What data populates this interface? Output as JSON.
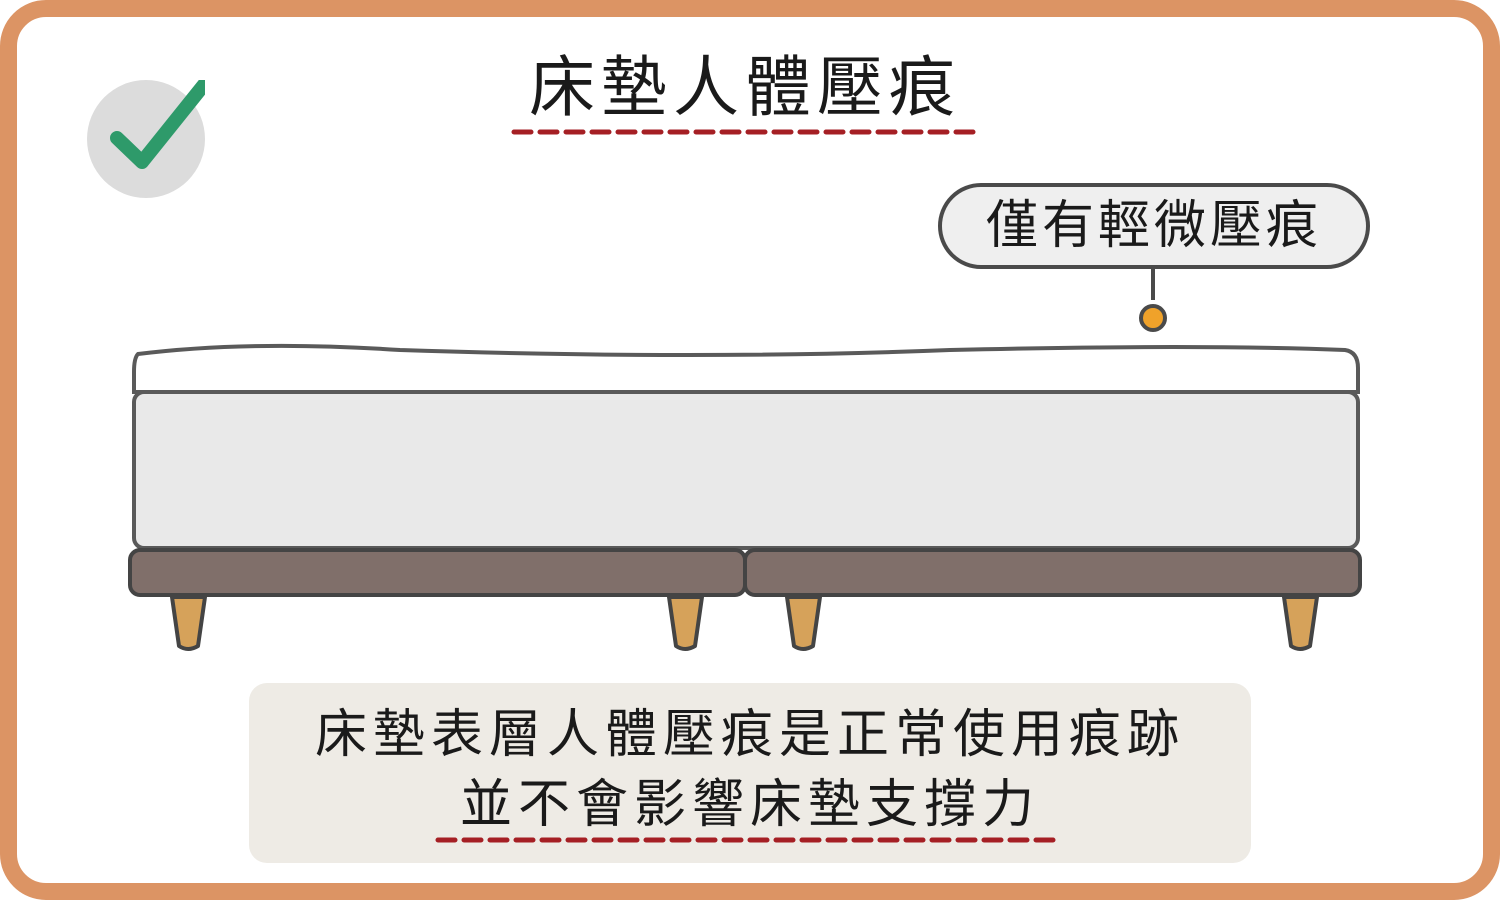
{
  "title": "床墊人體壓痕",
  "callout": "僅有輕微壓痕",
  "caption": {
    "line1": "床墊表層人體壓痕是正常使用痕跡",
    "line2": "並不會影響床墊支撐力"
  },
  "icons": {
    "status": "check-icon"
  },
  "colors": {
    "frame": "#dc9464",
    "check": "#2e9a6a",
    "underline": "#a51f24",
    "marker": "#f0a22a",
    "base": "#806f6a",
    "legs": "#d6a25a"
  }
}
